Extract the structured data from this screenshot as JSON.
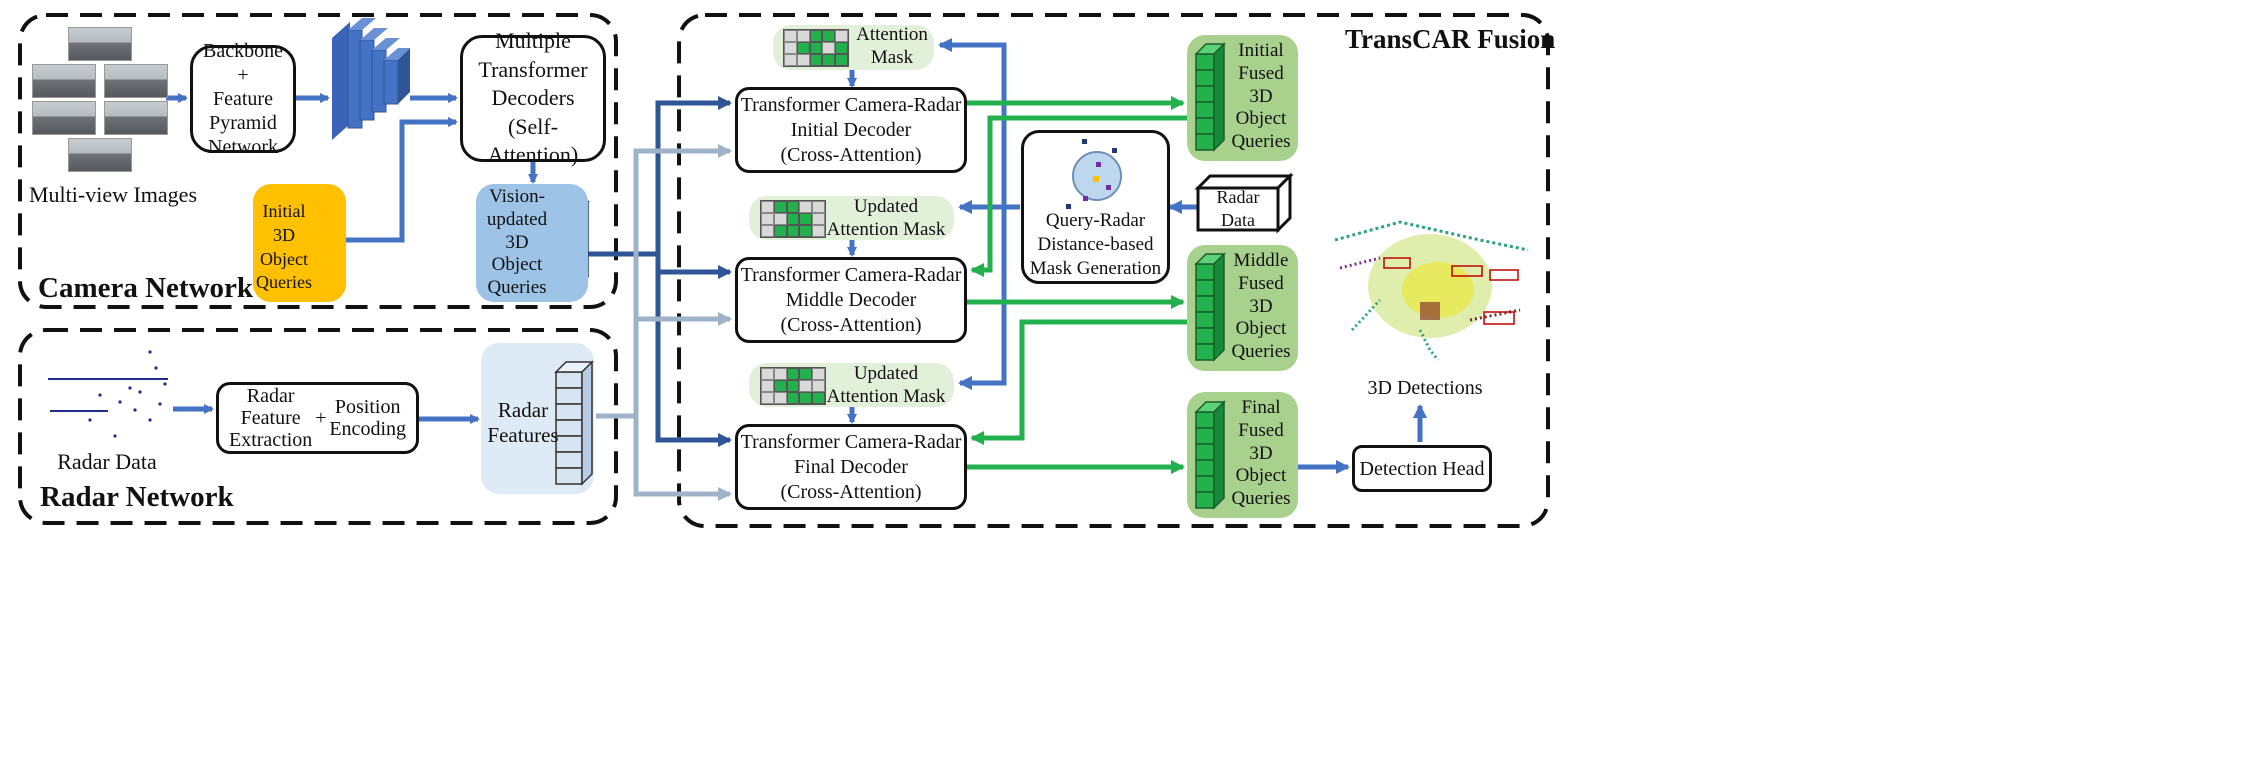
{
  "camera_network": {
    "title": "Camera Network",
    "images_caption": "Multi-view Images",
    "backbone": "Backbone\n+\nFeature\nPyramid\nNetwork",
    "transformer_decoders": "Multiple\nTransformer\nDecoders\n(Self-Attention)",
    "initial_queries": "Initial\n3D\nObject\nQueries",
    "vision_queries": "Vision-\nupdated\n3D\nObject\nQueries"
  },
  "radar_network": {
    "title": "Radar Network",
    "radar_caption": "Radar Data",
    "feature_extraction": "Radar\nFeature\nExtraction",
    "plus": "+",
    "position_encoding": "Position\nEncoding",
    "radar_features": "Radar\nFeatures"
  },
  "fusion": {
    "title": "TransCAR Fusion",
    "attention_mask": "Attention\nMask",
    "updated_mask_1": "Updated\nAttention Mask",
    "updated_mask_2": "Updated\nAttention Mask",
    "initial_decoder": "Transformer Camera-Radar\nInitial Decoder\n(Cross-Attention)",
    "middle_decoder": "Transformer Camera-Radar\nMiddle Decoder\n(Cross-Attention)",
    "final_decoder": "Transformer Camera-Radar\nFinal Decoder\n(Cross-Attention)",
    "mask_generation": "Query-Radar\nDistance-based\nMask Generation",
    "radar_data": "Radar\nData",
    "initial_fused": "Initial\nFused\n3D\nObject\nQueries",
    "middle_fused": "Middle\nFused\n3D\nObject\nQueries",
    "final_fused": "Final\nFused\n3D\nObject\nQueries",
    "detection_head": "Detection Head",
    "detections_caption": "3D Detections"
  },
  "colors": {
    "blue_arrow": "#4472c4",
    "dark_blue_arrow": "#2f5597",
    "gray_blue_arrow": "#9fb3c8",
    "green_arrow": "#22b14c",
    "yellow_panel": "#ffc000",
    "blue_panel": "#9dc3e6",
    "light_blue_panel": "#deebf7",
    "green_panel": "#a9d18e",
    "light_green_panel": "#e2f0d9"
  }
}
